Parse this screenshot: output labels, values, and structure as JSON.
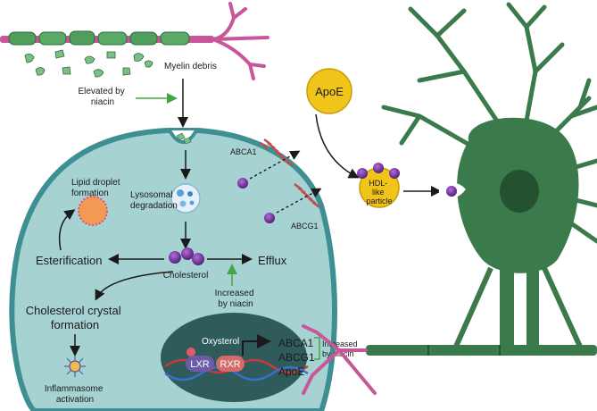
{
  "labels": {
    "myelin_debris": "Myelin debris",
    "elevated": [
      "Elevated by",
      "niacin"
    ],
    "abca1_membrane": "ABCA1",
    "abcg1_membrane": "ABCG1",
    "apoe": "ApoE",
    "hdl": [
      "HDL-",
      "like",
      "particle"
    ],
    "lipid_droplet": [
      "Lipid droplet",
      "formation"
    ],
    "lysosomal": [
      "Lysosomal",
      "degradation"
    ],
    "esterification": "Esterification",
    "cholesterol": "Cholesterol",
    "efflux": "Efflux",
    "increased_mid": [
      "Increased",
      "by niacin"
    ],
    "crystal": [
      "Cholesterol crystal",
      "formation"
    ],
    "inflammasome": [
      "Inflammasome",
      "activation"
    ],
    "oxysterol": "Oxysterol",
    "lxr": "LXR",
    "rxr": "RXR",
    "genes": [
      "ABCA1",
      "ABCG1",
      "ApoE"
    ],
    "increased_right": [
      "Increased",
      "by niacin"
    ]
  },
  "colors": {
    "cell_fill": "#a6d3d2",
    "cell_border": "#3d8f93",
    "neuron": "#3b7a4a",
    "neuron_dark": "#245230",
    "dendrite_pink": "#c8579a",
    "apoe_yellow": "#f0c419",
    "cholesterol_purple": "#6a2f8f",
    "nucleus": "#2f5b5b",
    "lxr_purple": "#6b5ca8",
    "rxr_red": "#d46a6a",
    "niacin_arrow": "#46a645",
    "lipid_orange": "#f29a55"
  }
}
